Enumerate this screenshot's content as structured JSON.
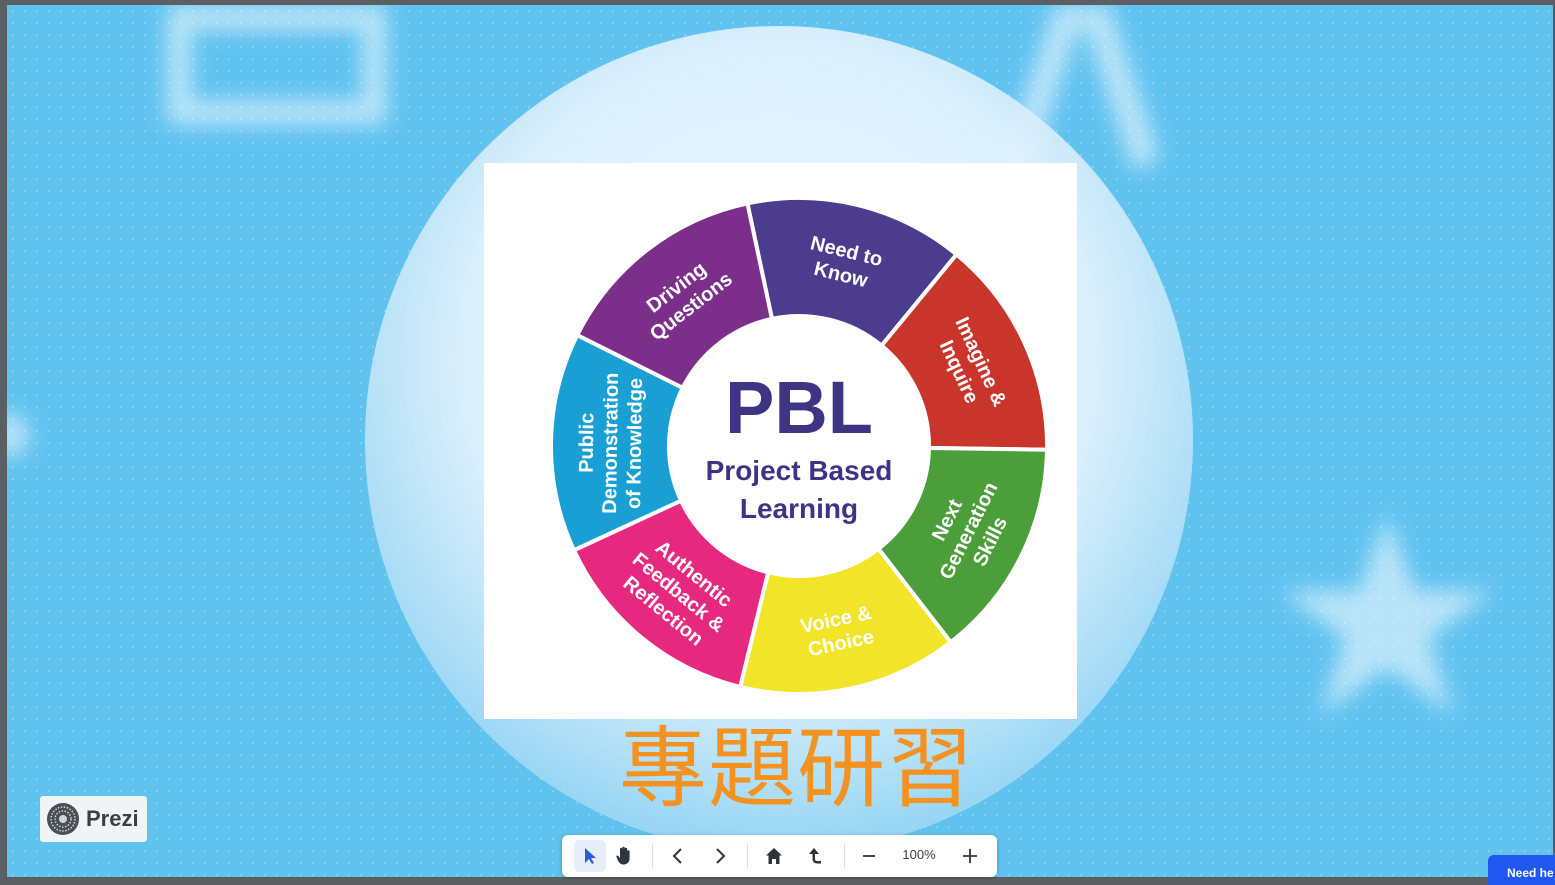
{
  "app": "Prezi",
  "slide": {
    "diagram": {
      "center_title": "PBL",
      "center_subtitle_line1": "Project Based",
      "center_subtitle_line2": "Learning",
      "segments": [
        {
          "lines": [
            "Need to",
            "Know"
          ],
          "color": "#4b3c8e"
        },
        {
          "lines": [
            "Imagine &",
            "Inquire"
          ],
          "color": "#c9342b"
        },
        {
          "lines": [
            "Next",
            "Generation",
            "Skills"
          ],
          "color": "#4c9e3b"
        },
        {
          "lines": [
            "Voice &",
            "Choice"
          ],
          "color": "#f2e529"
        },
        {
          "lines": [
            "Authentic",
            "Feedback &",
            "Reflection"
          ],
          "color": "#e6287f"
        },
        {
          "lines": [
            "Public",
            "Demonstration",
            "of Knowledge"
          ],
          "color": "#1a9fd5"
        },
        {
          "lines": [
            "Driving",
            "Questions"
          ],
          "color": "#7b2f8a"
        }
      ]
    },
    "caption": "專題研習",
    "caption_color": "#f39221",
    "background_color": "#60c3ef"
  },
  "branding": {
    "label": "Prezi"
  },
  "toolbar": {
    "zoom_level": "100%",
    "buttons": [
      "pointer-tool",
      "hand-tool",
      "previous",
      "next",
      "home",
      "back",
      "zoom-out",
      "zoom-in"
    ]
  },
  "help": {
    "label": "Need he"
  }
}
